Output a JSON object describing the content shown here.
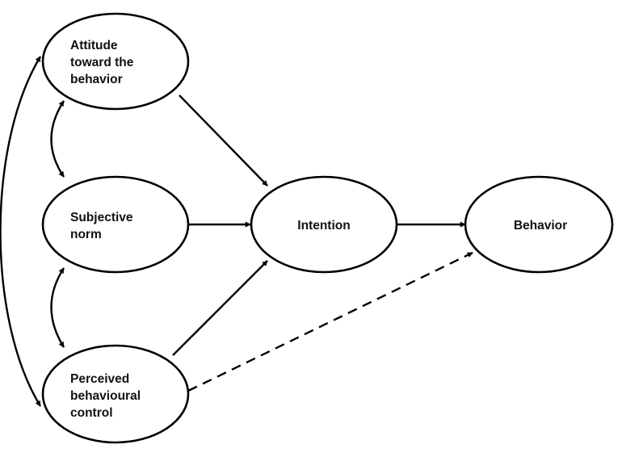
{
  "diagram": {
    "nodes": {
      "attitude": {
        "lines": [
          "Attitude",
          "toward the",
          "behavior"
        ]
      },
      "subjective_norm": {
        "lines": [
          "Subjective",
          "norm"
        ]
      },
      "perceived_control": {
        "lines": [
          "Perceived",
          "behavioural",
          "control"
        ]
      },
      "intention": {
        "lines": [
          "Intention"
        ]
      },
      "behavior": {
        "lines": [
          "Behavior"
        ]
      }
    },
    "colors": {
      "stroke": "#000000",
      "fill": "#ffffff",
      "text": "#111111"
    }
  }
}
